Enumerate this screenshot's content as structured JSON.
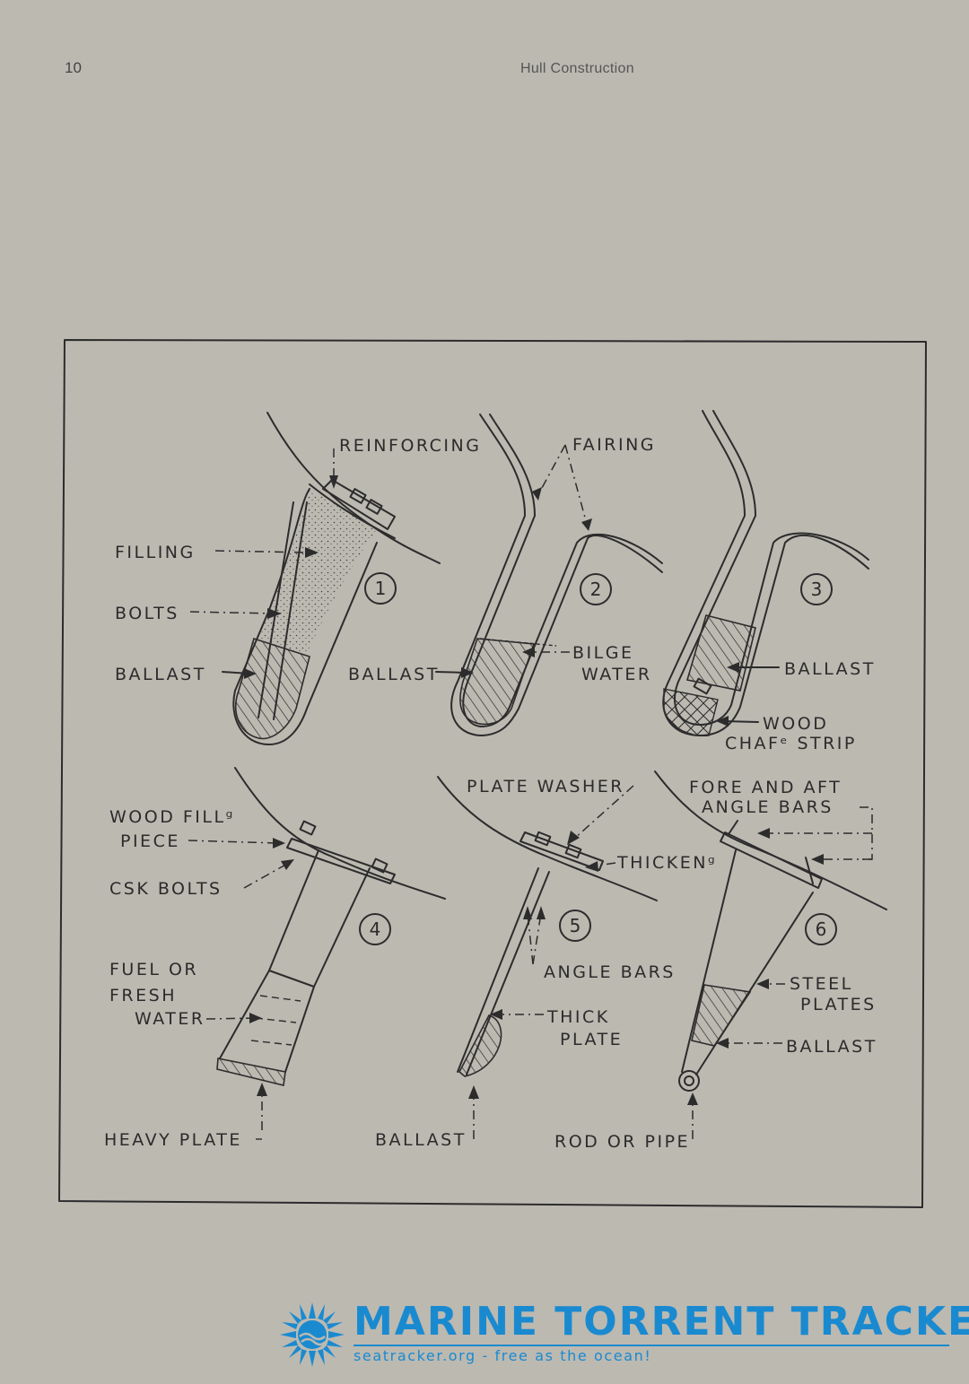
{
  "header": {
    "page_number": "10",
    "running_head": "Hull Construction"
  },
  "figure": {
    "diagram_numbers": [
      "1",
      "2",
      "3",
      "4",
      "5",
      "6"
    ],
    "labels": {
      "reinforcing": "REINFORCING",
      "fairing": "FAIRING",
      "filling": "FILLING",
      "bolts": "BOLTS",
      "ballast_1": "BALLAST",
      "ballast_2": "BALLAST",
      "bilge": "BILGE",
      "water": "WATER",
      "ballast_3": "BALLAST",
      "wood": "WOOD",
      "chafe_strip": "CHAFᵉ STRIP",
      "wood_filling": "WOOD FILLᵍ",
      "piece": "PIECE",
      "csk_bolts": "CSK BOLTS",
      "fuel_or": "FUEL OR",
      "fresh": "FRESH",
      "water_4": "WATER",
      "heavy_plate": "HEAVY PLATE",
      "plate_washer": "PLATE WASHER",
      "thickeng": "THICKENᵍ",
      "angle_bars": "ANGLE BARS",
      "thick": "THICK",
      "plate": "PLATE",
      "ballast_5": "BALLAST",
      "fore_and_aft": "FORE AND AFT",
      "angle_bars_6": "ANGLE BARS",
      "steel": "STEEL",
      "plates": "PLATES",
      "ballast_6": "BALLAST",
      "rod_or_pipe": "ROD OR PIPE"
    }
  },
  "watermark": {
    "title": "MARINE TORRENT TRACKER",
    "tagline": "seatracker.org - free as the ocean!",
    "color": "#1a8ad0"
  }
}
